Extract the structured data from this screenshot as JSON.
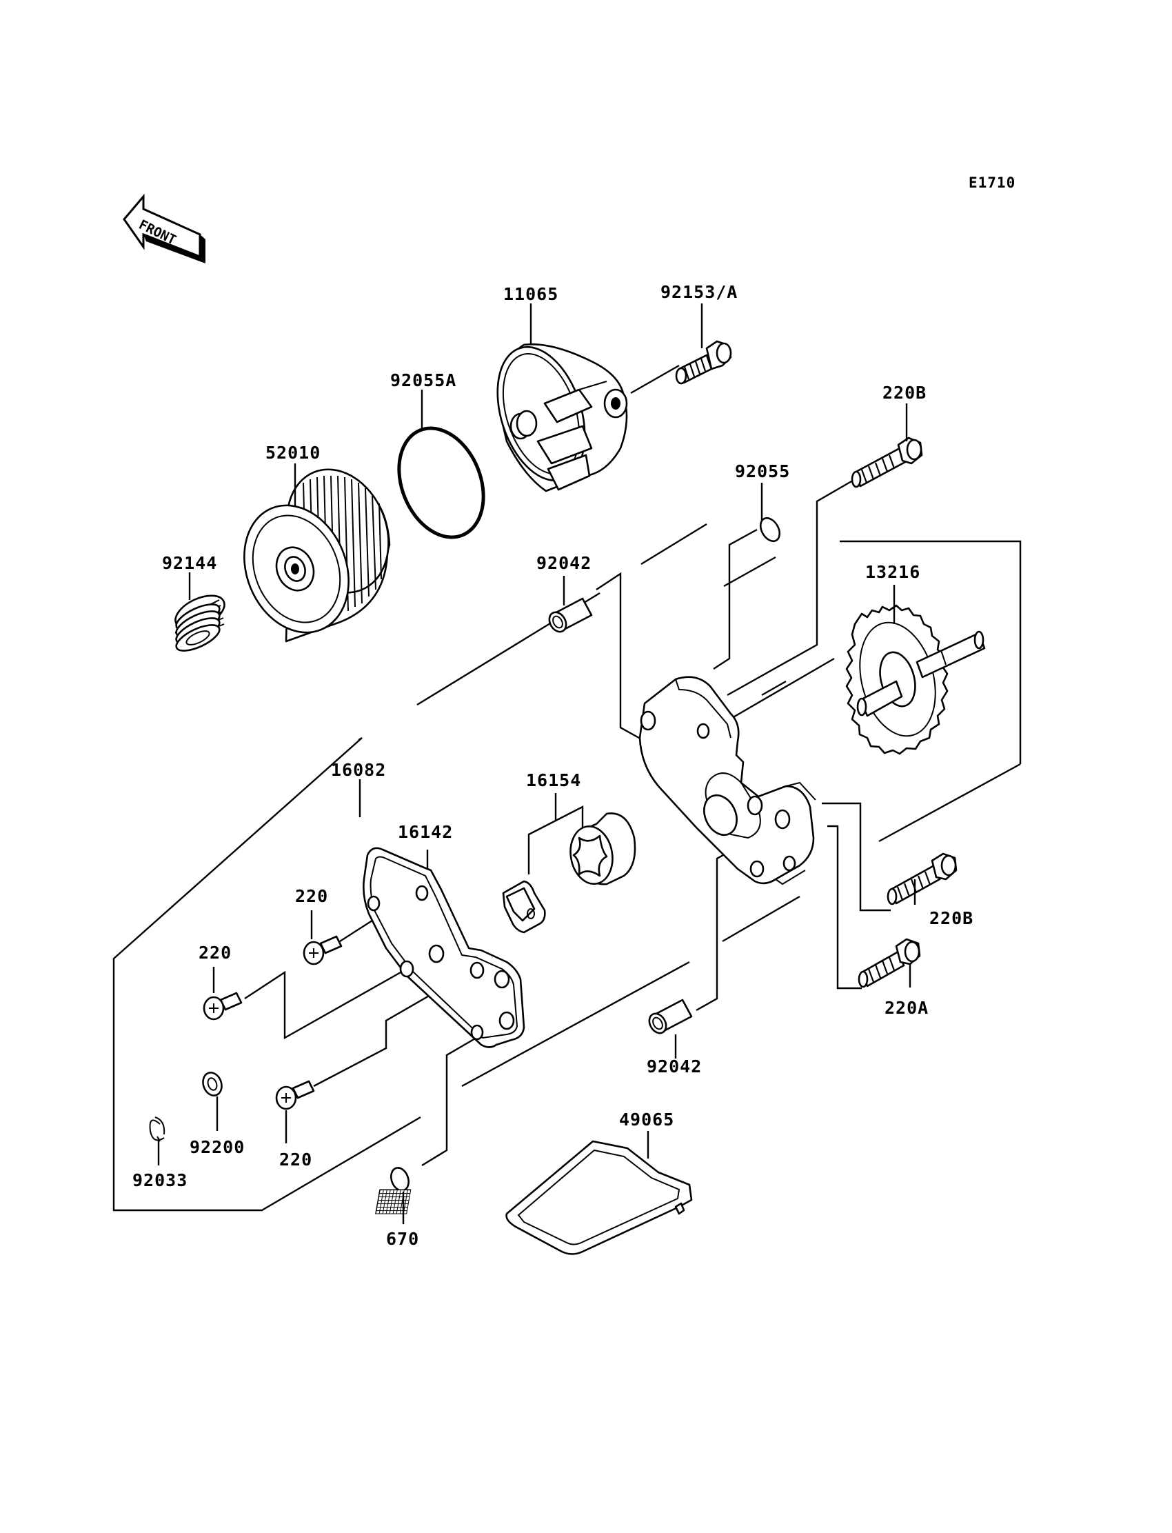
{
  "diagram": {
    "ref_code": "E1710",
    "front_label": "FRONT",
    "labels": {
      "oil_filter": "52010",
      "o_ring_large": "92055A",
      "filter_cover": "11065",
      "cover_bolt": "92153/A",
      "spring": "92144",
      "dowel_upper": "92042",
      "o_ring_small": "92055",
      "bolt_upper_right": "220B",
      "pump_gear": "13216",
      "pump_assy": "16082",
      "pump_cover": "16142",
      "rotor_set": "16154",
      "screw_a": "220",
      "screw_b": "220",
      "screw_c": "220",
      "bolt_right": "220B",
      "bolt_lower_right": "220A",
      "dowel_lower": "92042",
      "washer": "92200",
      "circlip": "92033",
      "o_ring_bottom": "670",
      "strainer": "49065"
    }
  }
}
